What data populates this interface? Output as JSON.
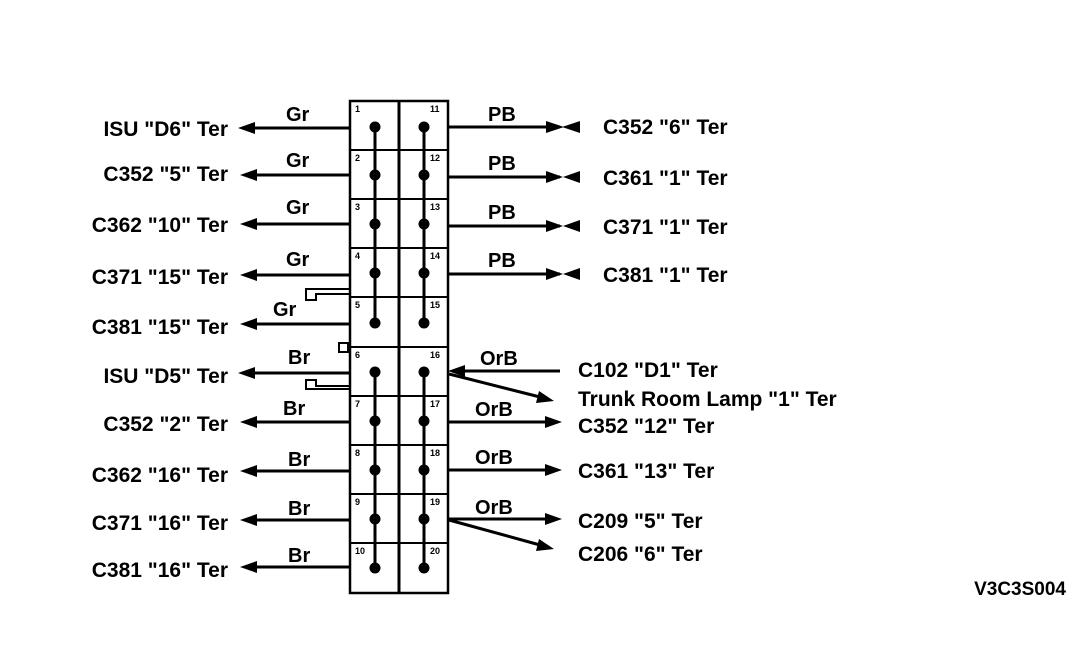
{
  "connector": {
    "pins": [
      "1",
      "2",
      "3",
      "4",
      "5",
      "6",
      "7",
      "8",
      "9",
      "10",
      "11",
      "12",
      "13",
      "14",
      "15",
      "16",
      "17",
      "18",
      "19",
      "20"
    ]
  },
  "left": [
    {
      "terminal": "ISU \"D6\" Ter",
      "wire": "Gr"
    },
    {
      "terminal": "C352 \"5\" Ter",
      "wire": "Gr"
    },
    {
      "terminal": "C362 \"10\" Ter",
      "wire": "Gr"
    },
    {
      "terminal": "C371 \"15\" Ter",
      "wire": "Gr"
    },
    {
      "terminal": "C381 \"15\" Ter",
      "wire": "Gr"
    },
    {
      "terminal": "ISU \"D5\" Ter",
      "wire": "Br"
    },
    {
      "terminal": "C352 \"2\" Ter",
      "wire": "Br"
    },
    {
      "terminal": "C362 \"16\" Ter",
      "wire": "Br"
    },
    {
      "terminal": "C371 \"16\" Ter",
      "wire": "Br"
    },
    {
      "terminal": "C381 \"16\" Ter",
      "wire": "Br"
    }
  ],
  "right": [
    {
      "terminal": "C352 \"6\" Ter",
      "wire": "PB"
    },
    {
      "terminal": "C361 \"1\" Ter",
      "wire": "PB"
    },
    {
      "terminal": "C371 \"1\" Ter",
      "wire": "PB"
    },
    {
      "terminal": "C381 \"1\" Ter",
      "wire": "PB"
    },
    {
      "terminal": "C102 \"D1\" Ter",
      "wire": "OrB"
    },
    {
      "terminal": "Trunk Room Lamp \"1\" Ter"
    },
    {
      "terminal": "C352 \"12\" Ter",
      "wire": "OrB"
    },
    {
      "terminal": "C361 \"13\" Ter",
      "wire": "OrB"
    },
    {
      "terminal": "C209 \"5\" Ter",
      "wire": "OrB"
    },
    {
      "terminal": "C206 \"6\" Ter"
    }
  ],
  "figure_code": "V3C3S004"
}
